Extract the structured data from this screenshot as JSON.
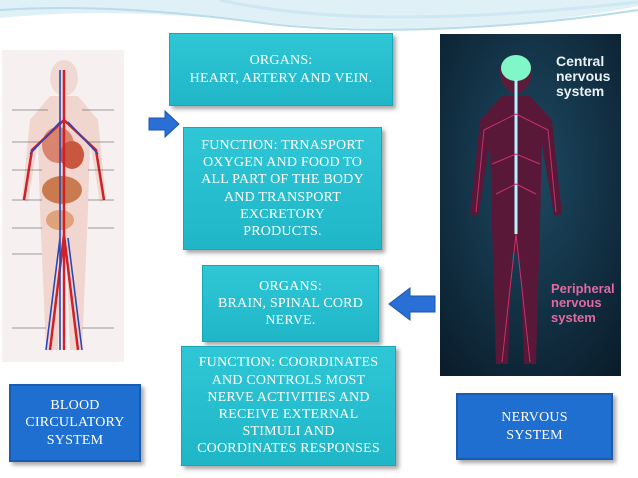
{
  "organs_circulatory": {
    "lines": [
      "ORGANS:",
      "HEART, ARTERY AND VEIN."
    ]
  },
  "function_circulatory": {
    "lines": [
      "FUNCTION: TRNASPORT",
      "OXYGEN AND FOOD TO",
      "ALL PART OF  THE BODY",
      "AND TRANSPORT",
      "EXCRETORY",
      "PRODUCTS."
    ]
  },
  "organs_nervous": {
    "lines": [
      "ORGANS:",
      "BRAIN, SPINAL CORD",
      "NERVE."
    ]
  },
  "function_nervous": {
    "lines": [
      "FUNCTION: COORDINATES",
      "AND CONTROLS MOST",
      "NERVE ACTIVITIES AND",
      "RECEIVE EXTERNAL",
      "STIMULI AND",
      "COORDINATES RESPONSES"
    ]
  },
  "label_circulatory": {
    "lines": [
      "BLOOD",
      "CIRCULATORY",
      "SYSTEM"
    ]
  },
  "label_nervous": {
    "lines": [
      "NERVOUS",
      "SYSTEM"
    ]
  },
  "nervous_image": {
    "central_lines": [
      "Central",
      "nervous",
      "system"
    ],
    "peripheral_lines": [
      "Peripheral",
      "nervous",
      "system"
    ]
  },
  "colors": {
    "teal": "#22bccd",
    "blue": "#1f6fd0",
    "arrow": "#2a6fd6"
  }
}
